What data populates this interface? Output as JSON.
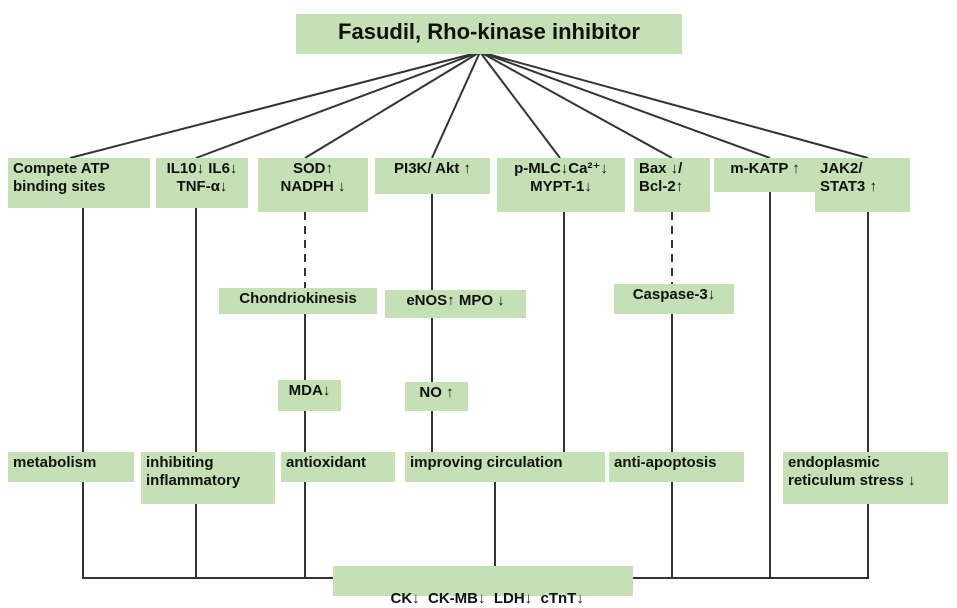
{
  "title": "Fasudil, Rho-kinase inhibitor",
  "mechanisms": [
    {
      "id": "m1",
      "lines": [
        "Compete ATP",
        "binding sites"
      ]
    },
    {
      "id": "m2",
      "lines": [
        "IL10↓ IL6↓",
        "TNF-α↓"
      ]
    },
    {
      "id": "m3",
      "lines": [
        "SOD↑",
        "NADPH ↓"
      ]
    },
    {
      "id": "m4",
      "lines": [
        "PI3K/ Akt ↑"
      ]
    },
    {
      "id": "m5",
      "lines": [
        "p-MLC↓Ca²⁺↓",
        "MYPT-1↓"
      ]
    },
    {
      "id": "m6",
      "lines": [
        "Bax ↓/",
        "Bcl-2↑"
      ]
    },
    {
      "id": "m7",
      "lines": [
        "m-KATP ↑"
      ]
    },
    {
      "id": "m8",
      "lines": [
        "JAK2/",
        "STAT3 ↑"
      ]
    }
  ],
  "intermediates": {
    "chondriokinesis": "Chondriokinesis",
    "enos_mpo": "eNOS↑ MPO ↓",
    "caspase3": "Caspase-3↓",
    "mda": "MDA↓",
    "no": "NO ↑"
  },
  "effects": {
    "metabolism": "metabolism",
    "inflammatory": [
      "inhibiting",
      "inflammatory"
    ],
    "antioxidant": "antioxidant",
    "circulation": "improving circulation",
    "apoptosis": "anti-apoptosis",
    "er_stress": [
      "endoplasmic",
      "reticulum stress ↓"
    ]
  },
  "markers": "CK↓  CK-MB↓  LDH↓  cTnT↓",
  "colors": {
    "box_fill": "#c5e0b4",
    "line": "#333333",
    "text": "#111111"
  }
}
